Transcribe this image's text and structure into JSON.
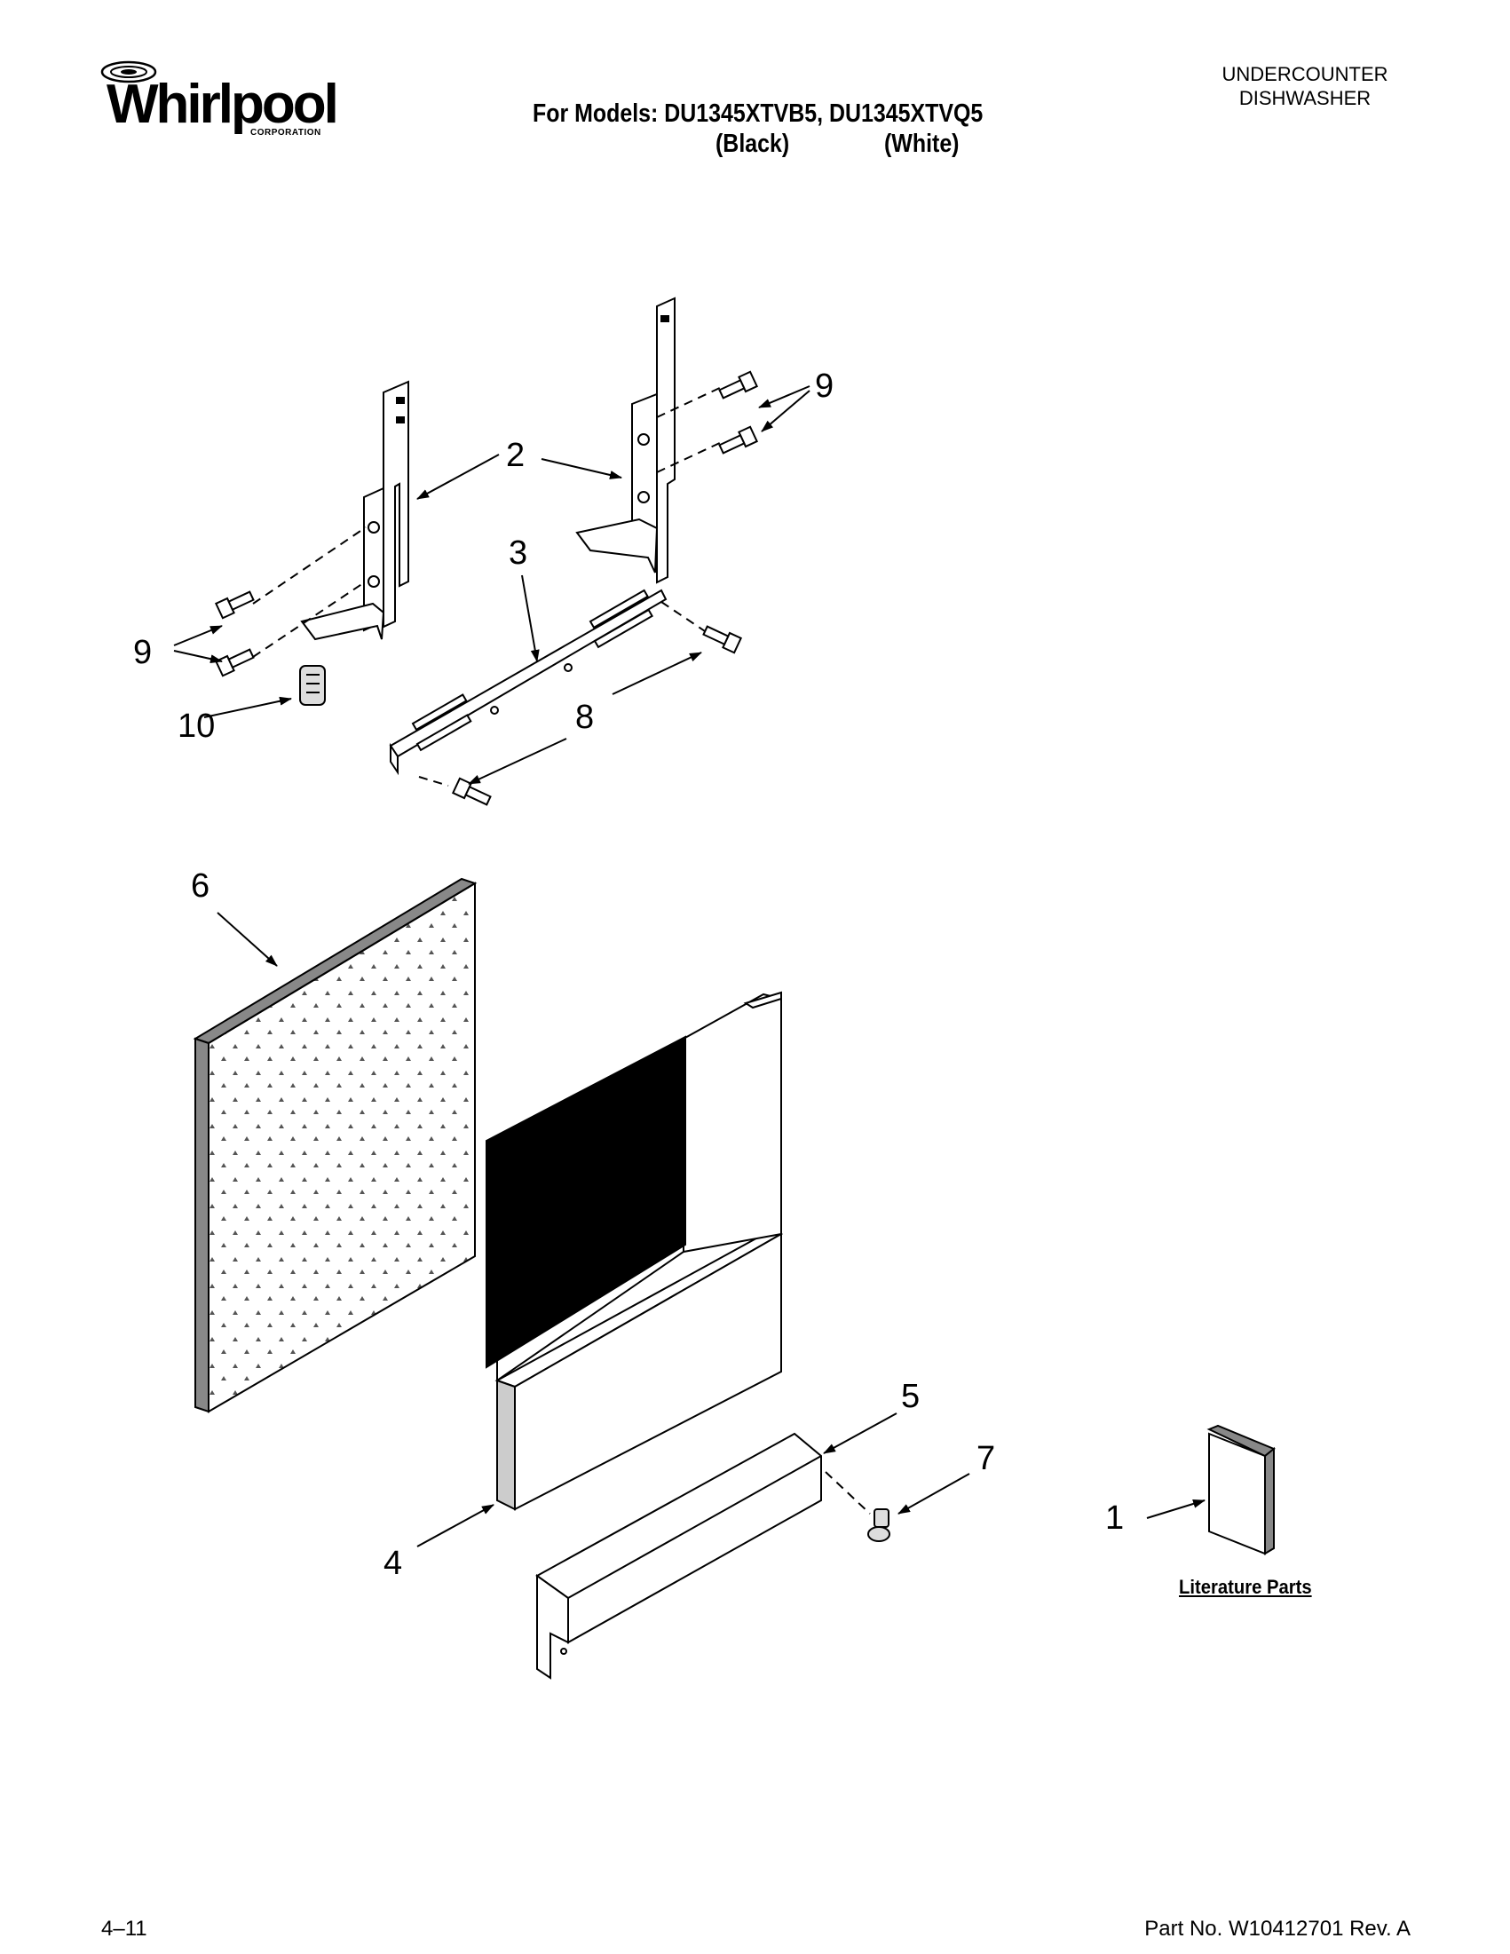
{
  "header": {
    "brand": "Whirlpool",
    "brand_sub": "CORPORATION",
    "models_line": "For Models: DU1345XTVB5, DU1345XTVQ5",
    "variant_black": "(Black)",
    "variant_white": "(White)",
    "product_line1": "UNDERCOUNTER",
    "product_line2": "DISHWASHER"
  },
  "callouts": {
    "c1": "1",
    "c2": "2",
    "c3": "3",
    "c4": "4",
    "c5": "5",
    "c6": "6",
    "c7": "7",
    "c8": "8",
    "c9a": "9",
    "c9b": "9",
    "c10": "10"
  },
  "literature_label": "Literature Parts",
  "footer": {
    "date": "4–11",
    "part_no": "Part No. W10412701 Rev. A"
  }
}
